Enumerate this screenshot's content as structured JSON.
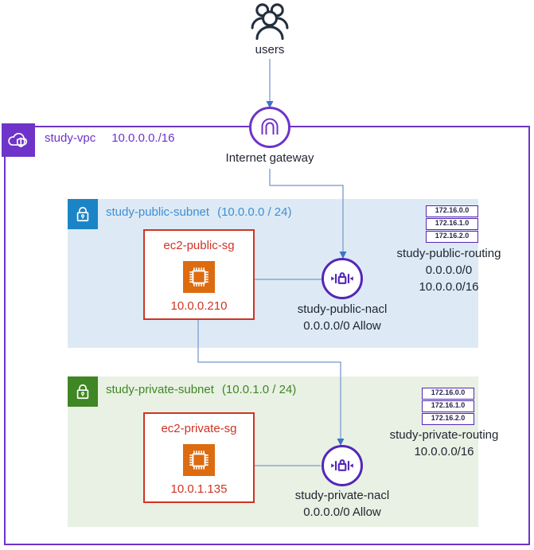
{
  "users": {
    "label": "users"
  },
  "internet_gateway": {
    "label": "Internet gateway"
  },
  "vpc": {
    "name": "study-vpc",
    "cidr": "10.0.0.0./16"
  },
  "public_subnet": {
    "name": "study-public-subnet",
    "cidr": "(10.0.0.0 / 24)",
    "security_group": {
      "name": "ec2-public-sg",
      "ip": "10.0.0.210"
    },
    "nacl": {
      "name": "study-public-nacl",
      "rule": "0.0.0.0/0 Allow"
    },
    "routing": {
      "name": "study-public-routing",
      "routes": [
        "0.0.0.0/0",
        "10.0.0.0/16"
      ],
      "entries": [
        "172.16.0.0",
        "172.16.1.0",
        "172.16.2.0"
      ]
    }
  },
  "private_subnet": {
    "name": "study-private-subnet",
    "cidr": "(10.0.1.0 / 24)",
    "security_group": {
      "name": "ec2-private-sg",
      "ip": "10.0.1.135"
    },
    "nacl": {
      "name": "study-private-nacl",
      "rule": "0.0.0.0/0 Allow"
    },
    "routing": {
      "name": "study-private-routing",
      "routes": [
        "10.0.0.0/16"
      ],
      "entries": [
        "172.16.0.0",
        "172.16.1.0",
        "172.16.2.0"
      ]
    }
  },
  "theme": {
    "vpc_purple": "#6e34c9",
    "nacl_purple": "#5326b8",
    "subnet_blue_fill": "#1b84c6",
    "subnet_blue_text": "#3f8ed2",
    "subnet_blue_bg": "#ddeaf5",
    "subnet_green": "#3f8624",
    "subnet_green_bg": "#e9f1e4",
    "sg_red": "#cf3424",
    "ec2_orange": "#dd6b10",
    "text_dark": "#1f2430",
    "line_blue": "#8ca6d4",
    "arrow_blue": "#3e74c4"
  }
}
